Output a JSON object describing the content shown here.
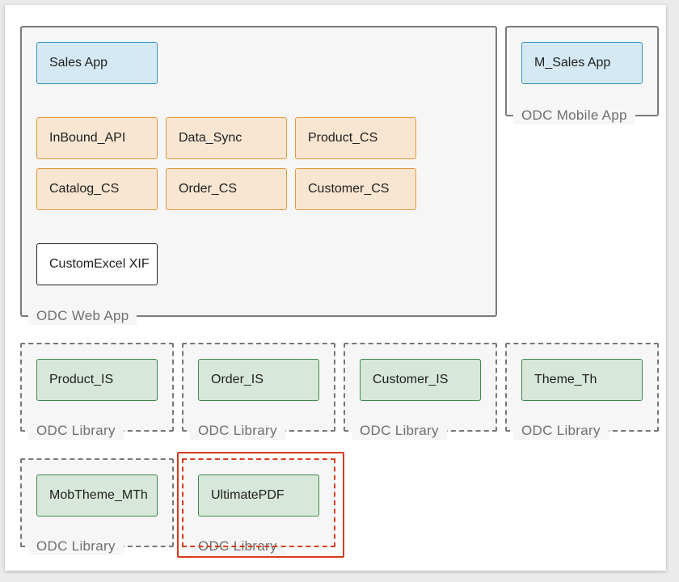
{
  "web_app": {
    "label": "ODC Web App",
    "apps": [
      "Sales App"
    ],
    "modules": [
      "InBound_API",
      "Data_Sync",
      "Product_CS",
      "Catalog_CS",
      "Order_CS",
      "Customer_CS"
    ],
    "extensions": [
      "CustomExcel XIF"
    ]
  },
  "mobile_app": {
    "label": "ODC Mobile App",
    "apps": [
      "M_Sales App"
    ]
  },
  "libraries": [
    {
      "label": "ODC Library",
      "module": "Product_IS"
    },
    {
      "label": "ODC Library",
      "module": "Order_IS"
    },
    {
      "label": "ODC Library",
      "module": "Customer_IS"
    },
    {
      "label": "ODC Library",
      "module": "Theme_Th"
    },
    {
      "label": "ODC Library",
      "module": "MobTheme_MTh"
    },
    {
      "label": "ODC Library",
      "module": "UltimatePDF",
      "highlighted": true
    }
  ],
  "colors": {
    "app_fill": "#d4e9f4",
    "app_border": "#3d95bf",
    "module_fill": "#f8e6d2",
    "module_border": "#e2963c",
    "library_fill": "#d7e7da",
    "library_border": "#3e8a4c",
    "highlight": "#d43c1c"
  }
}
